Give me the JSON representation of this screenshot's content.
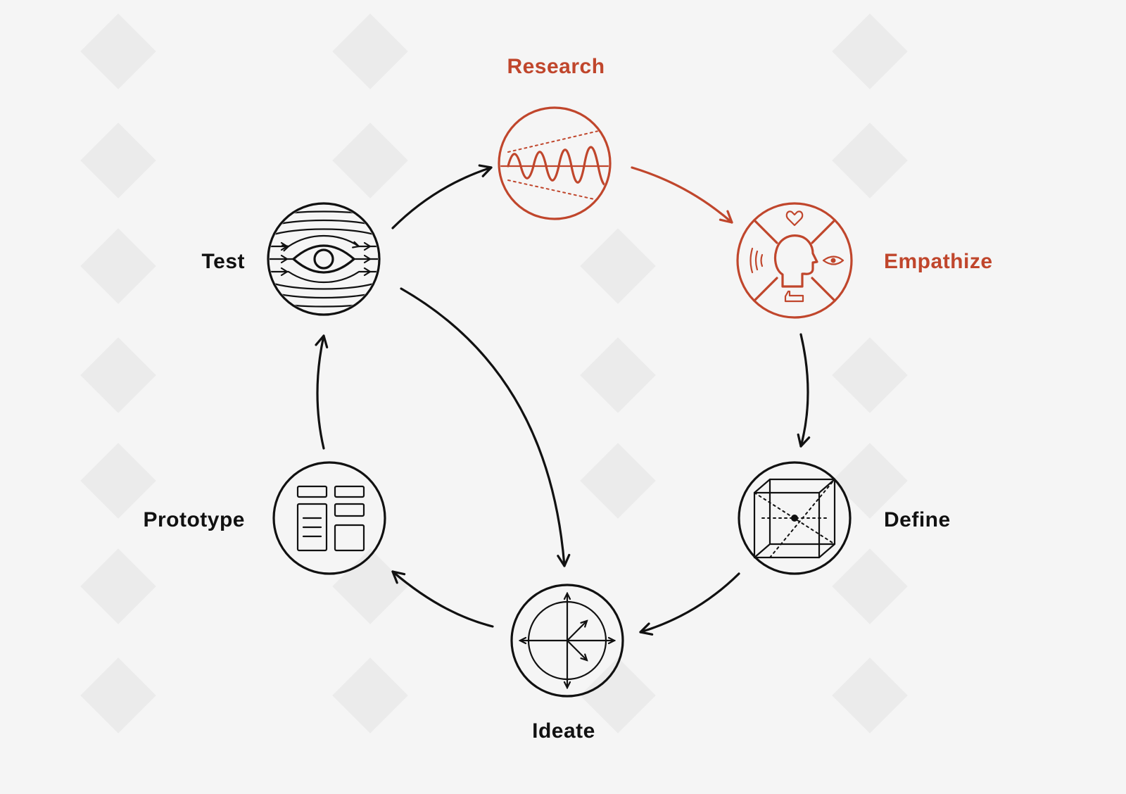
{
  "colors": {
    "accent": "#c0462c",
    "ink": "#111111",
    "background": "#f5f5f5"
  },
  "stages": {
    "research": {
      "label": "Research",
      "icon": "waveform-icon"
    },
    "empathize": {
      "label": "Empathize",
      "icon": "head-senses-icon"
    },
    "define": {
      "label": "Define",
      "icon": "cube-icon"
    },
    "ideate": {
      "label": "Ideate",
      "icon": "compass-arrows-icon"
    },
    "prototype": {
      "label": "Prototype",
      "icon": "layout-grid-icon"
    },
    "test": {
      "label": "Test",
      "icon": "eye-flow-icon"
    }
  }
}
